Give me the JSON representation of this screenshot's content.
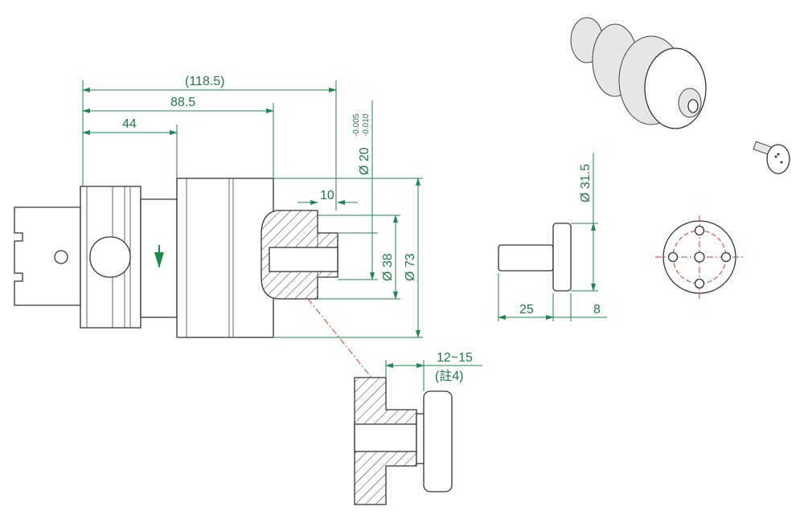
{
  "drawing": {
    "dimensions": {
      "overall_length": "(118.5)",
      "body_length": "88.5",
      "shank_length": "44",
      "bore_depth": "10",
      "pin_diameter": "Ø 20",
      "pin_tol_upper": "-0.005",
      "pin_tol_lower": "-0.010",
      "bore_diameter": "Ø 38",
      "body_diameter": "Ø 73",
      "head_diameter": "Ø 31.5",
      "shaft_length": "25",
      "head_thickness": "8",
      "gap_range": "12~15",
      "gap_note": "(註4)"
    },
    "colors": {
      "dimension": "#1e8a4c",
      "centerline": "#d9342b",
      "outline": "#333333"
    }
  }
}
